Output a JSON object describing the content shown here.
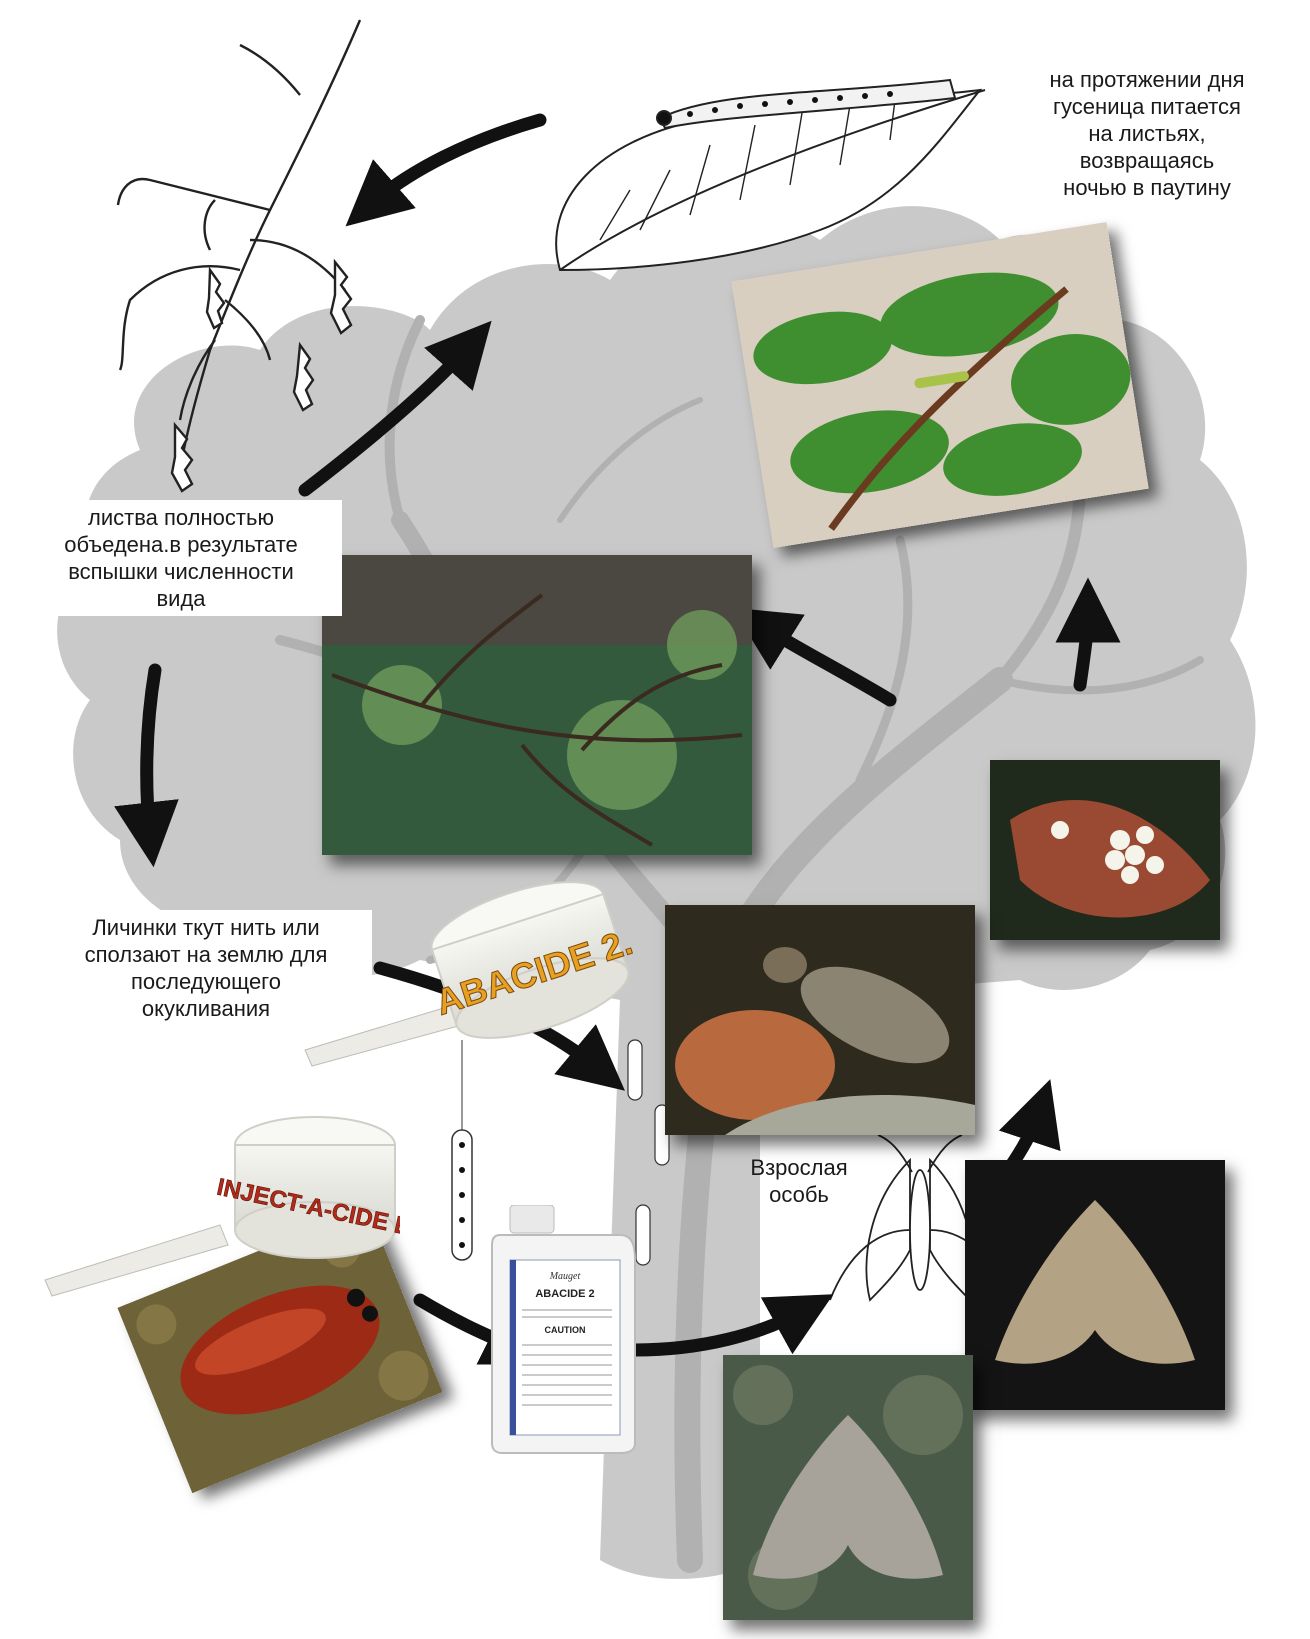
{
  "labels": {
    "feeding": "на протяжении дня\nгусеница питается\nна листьях,\nвозвращаясь\nночью в паутину",
    "defoliation": "листва полностью\nобъедена.в результате\nвспышки численности\nвида",
    "larvae": "Личинки ткут нить или\nсползают на землю для\nпоследующего\nокукливания",
    "adult": "Взрослая\nособь"
  },
  "products": {
    "abacide_cap": "ABACIDE 2.",
    "inject_cap": "INJECT-A-CIDE B",
    "bottle_brand": "Mauget",
    "bottle_name": "ABACIDE 2",
    "bottle_caution": "CAUTION"
  },
  "icons": [
    "caterpillar-drawing-icon",
    "branch-drawing-icon",
    "moth-drawing-icon",
    "tree-silhouette-icon",
    "cycle-arrow-icon"
  ],
  "colors": {
    "tree": "#c9c9c9",
    "tree_branch": "#b4b4b4",
    "arrow": "#111111",
    "label_bg": "#ffffff",
    "cap_text_orange": "#e8a020",
    "cap_text_red": "#b22a1a"
  }
}
